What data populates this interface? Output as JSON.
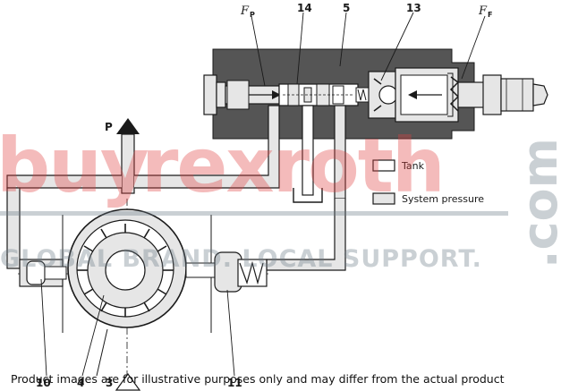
{
  "labels": {
    "fp_main": "F",
    "fp_sub": "P",
    "n14": "14",
    "n5": "5",
    "n13": "13",
    "ff_main": "F",
    "ff_sub": "F",
    "p": "P",
    "n10": "10",
    "n4": "4",
    "n3": "3",
    "n11": "11"
  },
  "legend": {
    "tank": "Tank",
    "system_pressure": "System pressure"
  },
  "watermark": {
    "brand_buy": "buy",
    "brand_rexroth": "rexroth",
    "tagline": "GLOBAL BRAND. LOCAL SUPPORT.",
    "domain": ".com"
  },
  "disclaimer": "Product images are for illustrative purposes only and may differ from the actual product",
  "colors": {
    "housing": "#555555",
    "system_pressure": "#e6e6e6",
    "tank": "#ffffff",
    "line": "#1a1a1a",
    "watermark_red": "#e2403f",
    "watermark_grey": "#6b7a86"
  }
}
